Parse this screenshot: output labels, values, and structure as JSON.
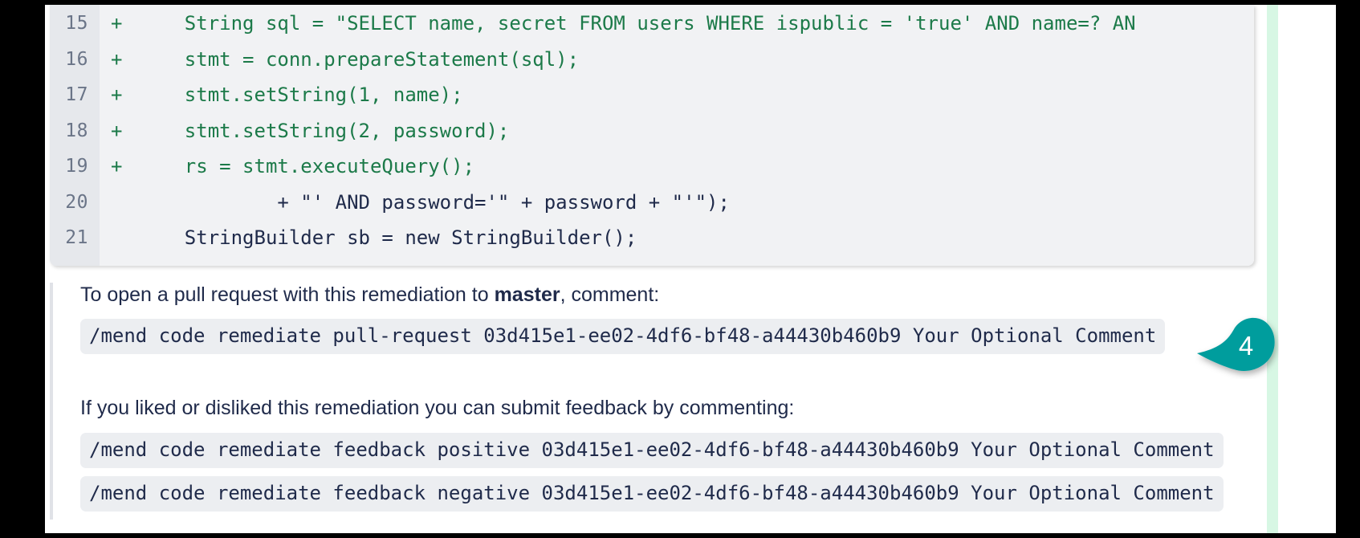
{
  "colors": {
    "callout_teal": "#069d9d",
    "code_added_green": "#1c7a49",
    "text_navy": "#1f2a4a",
    "gutter_gray": "#e6e8ec",
    "code_bg": "#f1f2f4",
    "green_rail": "#d7f7e4"
  },
  "diff": {
    "rows": [
      {
        "line": "15",
        "marker": "+",
        "added": true,
        "code": "    String sql = \"SELECT name, secret FROM users WHERE ispublic = 'true' AND name=? AN"
      },
      {
        "line": "16",
        "marker": "+",
        "added": true,
        "code": "    stmt = conn.prepareStatement(sql);"
      },
      {
        "line": "17",
        "marker": "+",
        "added": true,
        "code": "    stmt.setString(1, name);"
      },
      {
        "line": "18",
        "marker": "+",
        "added": true,
        "code": "    stmt.setString(2, password);"
      },
      {
        "line": "19",
        "marker": "+",
        "added": true,
        "code": "    rs = stmt.executeQuery();"
      },
      {
        "line": "20",
        "marker": "",
        "added": false,
        "code": "            + \"' AND password='\" + password + \"'\");"
      },
      {
        "line": "21",
        "marker": "",
        "added": false,
        "code": "    StringBuilder sb = new StringBuilder();"
      }
    ]
  },
  "comment": {
    "pr_paragraph_pre": "To open a pull request with this remediation to ",
    "pr_paragraph_branch": "master",
    "pr_paragraph_post": ", comment:",
    "pr_command": "/mend code remediate pull-request 03d415e1-ee02-4df6-bf48-a44430b460b9 Your Optional Comment",
    "feedback_paragraph": "If you liked or disliked this remediation you can submit feedback by commenting:",
    "feedback_positive_command": "/mend code remediate feedback positive 03d415e1-ee02-4df6-bf48-a44430b460b9 Your Optional Comment",
    "feedback_negative_command": "/mend code remediate feedback negative 03d415e1-ee02-4df6-bf48-a44430b460b9 Your Optional Comment"
  },
  "callout": {
    "number": "4"
  }
}
